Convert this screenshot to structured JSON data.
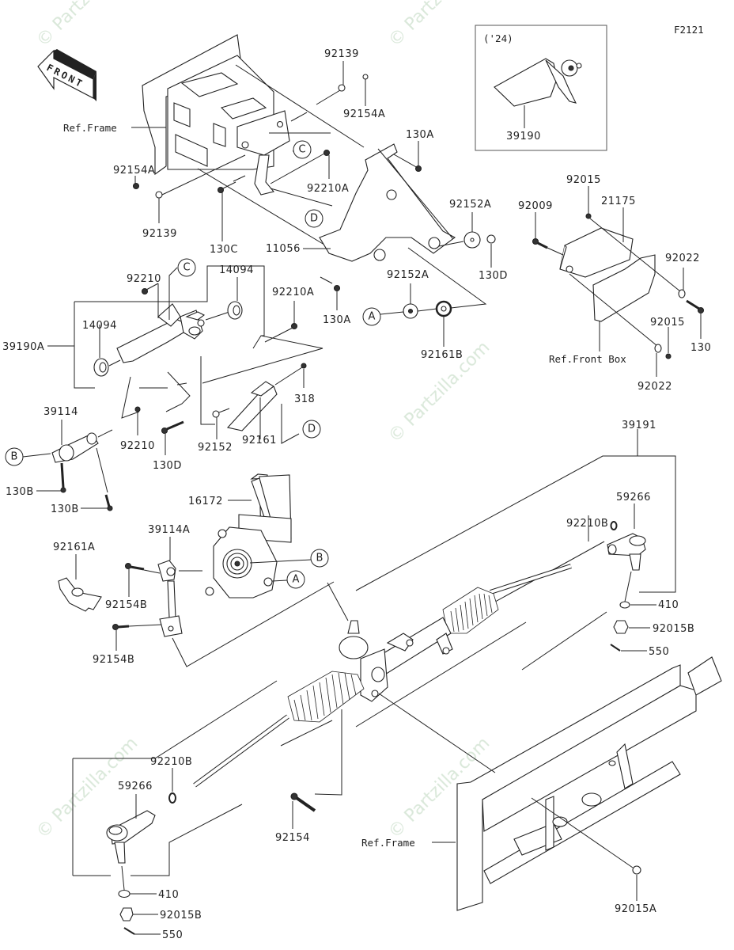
{
  "diagram": {
    "figure_id": "F2121",
    "front_indicator": "FRONT",
    "watermark": "© Partzilla.com",
    "inset": {
      "title": "('24)",
      "part": "39190"
    },
    "reference_labels": {
      "frame_top": "Ref.Frame",
      "front_box": "Ref.Front Box",
      "frame_bottom": "Ref.Frame"
    },
    "callouts": {
      "A": "A",
      "B": "B",
      "C": "C",
      "D": "D"
    },
    "parts": {
      "p92139_top": "92139",
      "p92154A_top": "92154A",
      "p130A_top": "130A",
      "p92154A_left": "92154A",
      "p92139_left": "92139",
      "p92210A_top": "92210A",
      "p130C": "130C",
      "p11056": "11056",
      "p92152A_top": "92152A",
      "p130D_top": "130D",
      "p92210_top": "92210",
      "p14094_top": "14094",
      "p92210A_mid": "92210A",
      "p130A_mid": "130A",
      "p92152A_mid": "92152A",
      "p92161B": "92161B",
      "p39190A": "39190A",
      "p14094_left": "14094",
      "p39114": "39114",
      "p318": "318",
      "p92210_mid": "92210",
      "p130D_mid": "130D",
      "p92152": "92152",
      "p92161": "92161",
      "p130B_a": "130B",
      "p130B_b": "130B",
      "p16172": "16172",
      "p39114A": "39114A",
      "p92161A": "92161A",
      "p92154B_a": "92154B",
      "p92154B_b": "92154B",
      "p92015_top": "92015",
      "p21175": "21175",
      "p92009": "92009",
      "p92022_a": "92022",
      "p92015_mid": "92015",
      "p130": "130",
      "p92022_b": "92022",
      "p39191": "39191",
      "p59266_right": "59266",
      "p92210B_right": "92210B",
      "p410_right": "410",
      "p92015B_right": "92015B",
      "p550_right": "550",
      "p92210B_left": "92210B",
      "p59266_left": "59266",
      "p92154": "92154",
      "p410_left": "410",
      "p92015B_left": "92015B",
      "p550_left": "550",
      "p92015A": "92015A"
    }
  }
}
